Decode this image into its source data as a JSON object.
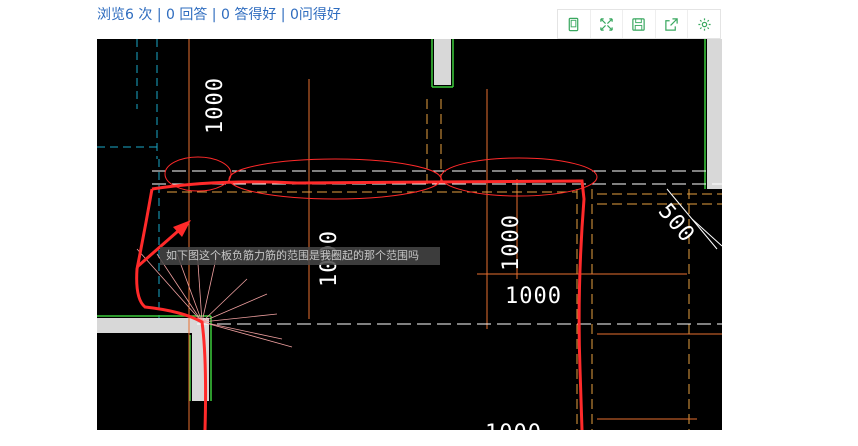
{
  "stats": {
    "views": "浏览6 次",
    "answers": "0 回答",
    "good_answers": "0 答得好",
    "question_good": "0问得好",
    "separator": "|"
  },
  "toolbar": {
    "items": [
      "mobile-icon",
      "fullscreen-icon",
      "save-icon",
      "share-icon",
      "settings-icon"
    ],
    "color": "#3aa860"
  },
  "drawing": {
    "caption": "如下图这个板负筋力筋的范围是我圈起的那个范围吗",
    "dims": {
      "d1": "1000",
      "d2": "1000",
      "d3": "1000",
      "d4": "1000",
      "d5": "500",
      "d6": "1000"
    }
  },
  "colors": {
    "link": "#2e6cbf",
    "markup": "#ff2a2a",
    "cad_bg": "#000000"
  }
}
